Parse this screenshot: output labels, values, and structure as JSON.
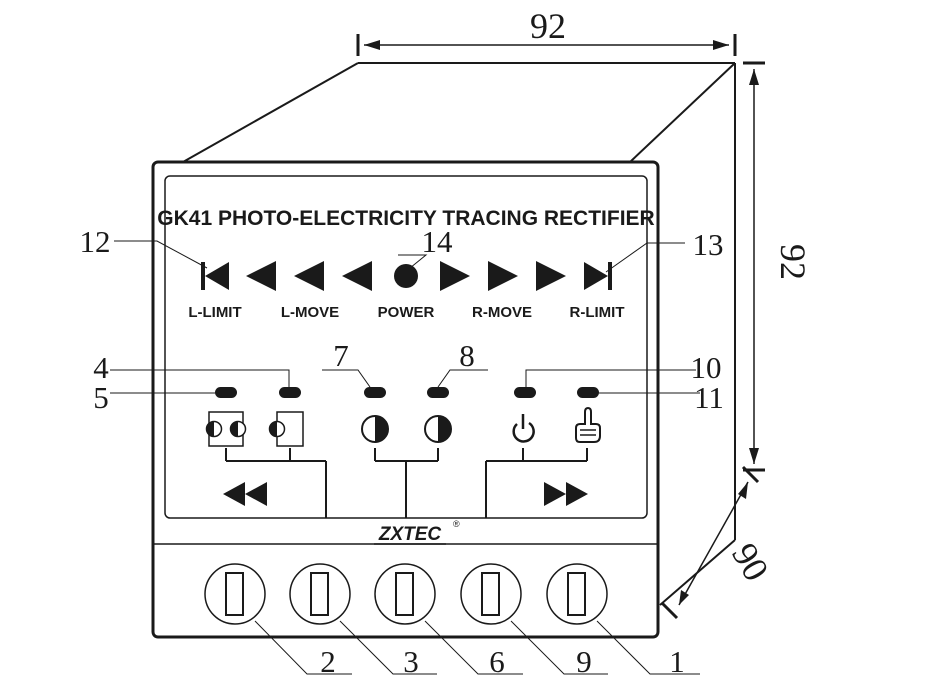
{
  "panel": {
    "title": "GK41 PHOTO-ELECTRICITY TRACING RECTIFIER",
    "brand": "ZXTEC",
    "registered_mark": "®",
    "indicator_labels": {
      "l_limit": "L-LIMIT",
      "l_move": "L-MOVE",
      "power": "POWER",
      "r_move": "R-MOVE",
      "r_limit": "R-LIMIT"
    }
  },
  "dimensions": {
    "width": "92",
    "height": "92",
    "depth": "90"
  },
  "callouts": {
    "n1": "1",
    "n2": "2",
    "n3": "3",
    "n4": "4",
    "n5": "5",
    "n6": "6",
    "n7": "7",
    "n8": "8",
    "n9": "9",
    "n10": "10",
    "n11": "11",
    "n12": "12",
    "n13": "13",
    "n14": "14"
  },
  "icons": {
    "left_limit": "left-limit-icon",
    "left_arrow": "left-arrow-icon",
    "power_dot": "power-dot-icon",
    "right_arrow": "right-arrow-icon",
    "right_limit": "right-limit-icon",
    "sensor_dual": "dual-sensor-icon",
    "sensor_single": "single-sensor-icon",
    "half_circle": "half-circle-icon",
    "power_cycle": "power-cycle-icon",
    "manual_hand": "hand-icon",
    "rewind": "rewind-icon",
    "fast_forward": "fast-forward-icon"
  },
  "colors": {
    "ink": "#1a1a1a",
    "background": "#ffffff"
  }
}
